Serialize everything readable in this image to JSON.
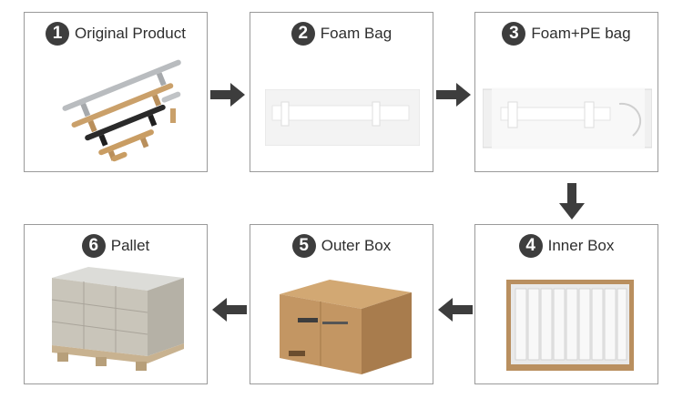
{
  "steps": [
    {
      "number": "1",
      "label": "Original Product",
      "image": "handles-photo"
    },
    {
      "number": "2",
      "label": "Foam Bag",
      "image": "foam-bag-photo"
    },
    {
      "number": "3",
      "label": "Foam+PE bag",
      "image": "pe-bag-photo"
    },
    {
      "number": "4",
      "label": "Inner Box",
      "image": "inner-box-photo"
    },
    {
      "number": "5",
      "label": "Outer Box",
      "image": "outer-box-photo"
    },
    {
      "number": "6",
      "label": "Pallet",
      "image": "pallet-photo"
    }
  ],
  "colors": {
    "border": "#9a9a9a",
    "arrow": "#3d3d3d",
    "badge": "#3d3d3d",
    "text": "#2e2e2e"
  }
}
